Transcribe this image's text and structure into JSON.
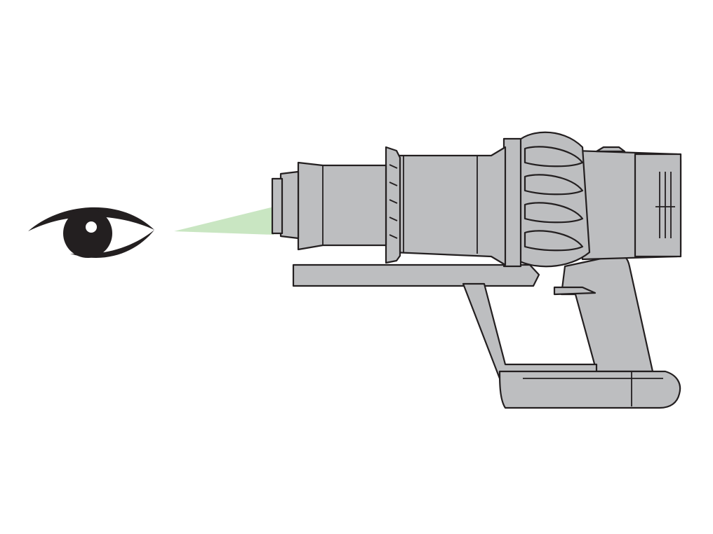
{
  "figure": {
    "caption": "",
    "colors": {
      "device_fill": "#bdbec0",
      "outline": "#231f20",
      "sight_beam": "#c9e6c2",
      "eye": "#231f20",
      "background": "#ffffff"
    },
    "elements": [
      {
        "name": "eye-icon",
        "meaning": "look"
      },
      {
        "name": "sight-beam",
        "meaning": "line of sight"
      },
      {
        "name": "cordless-vacuum-handheld",
        "meaning": "device"
      }
    ]
  }
}
